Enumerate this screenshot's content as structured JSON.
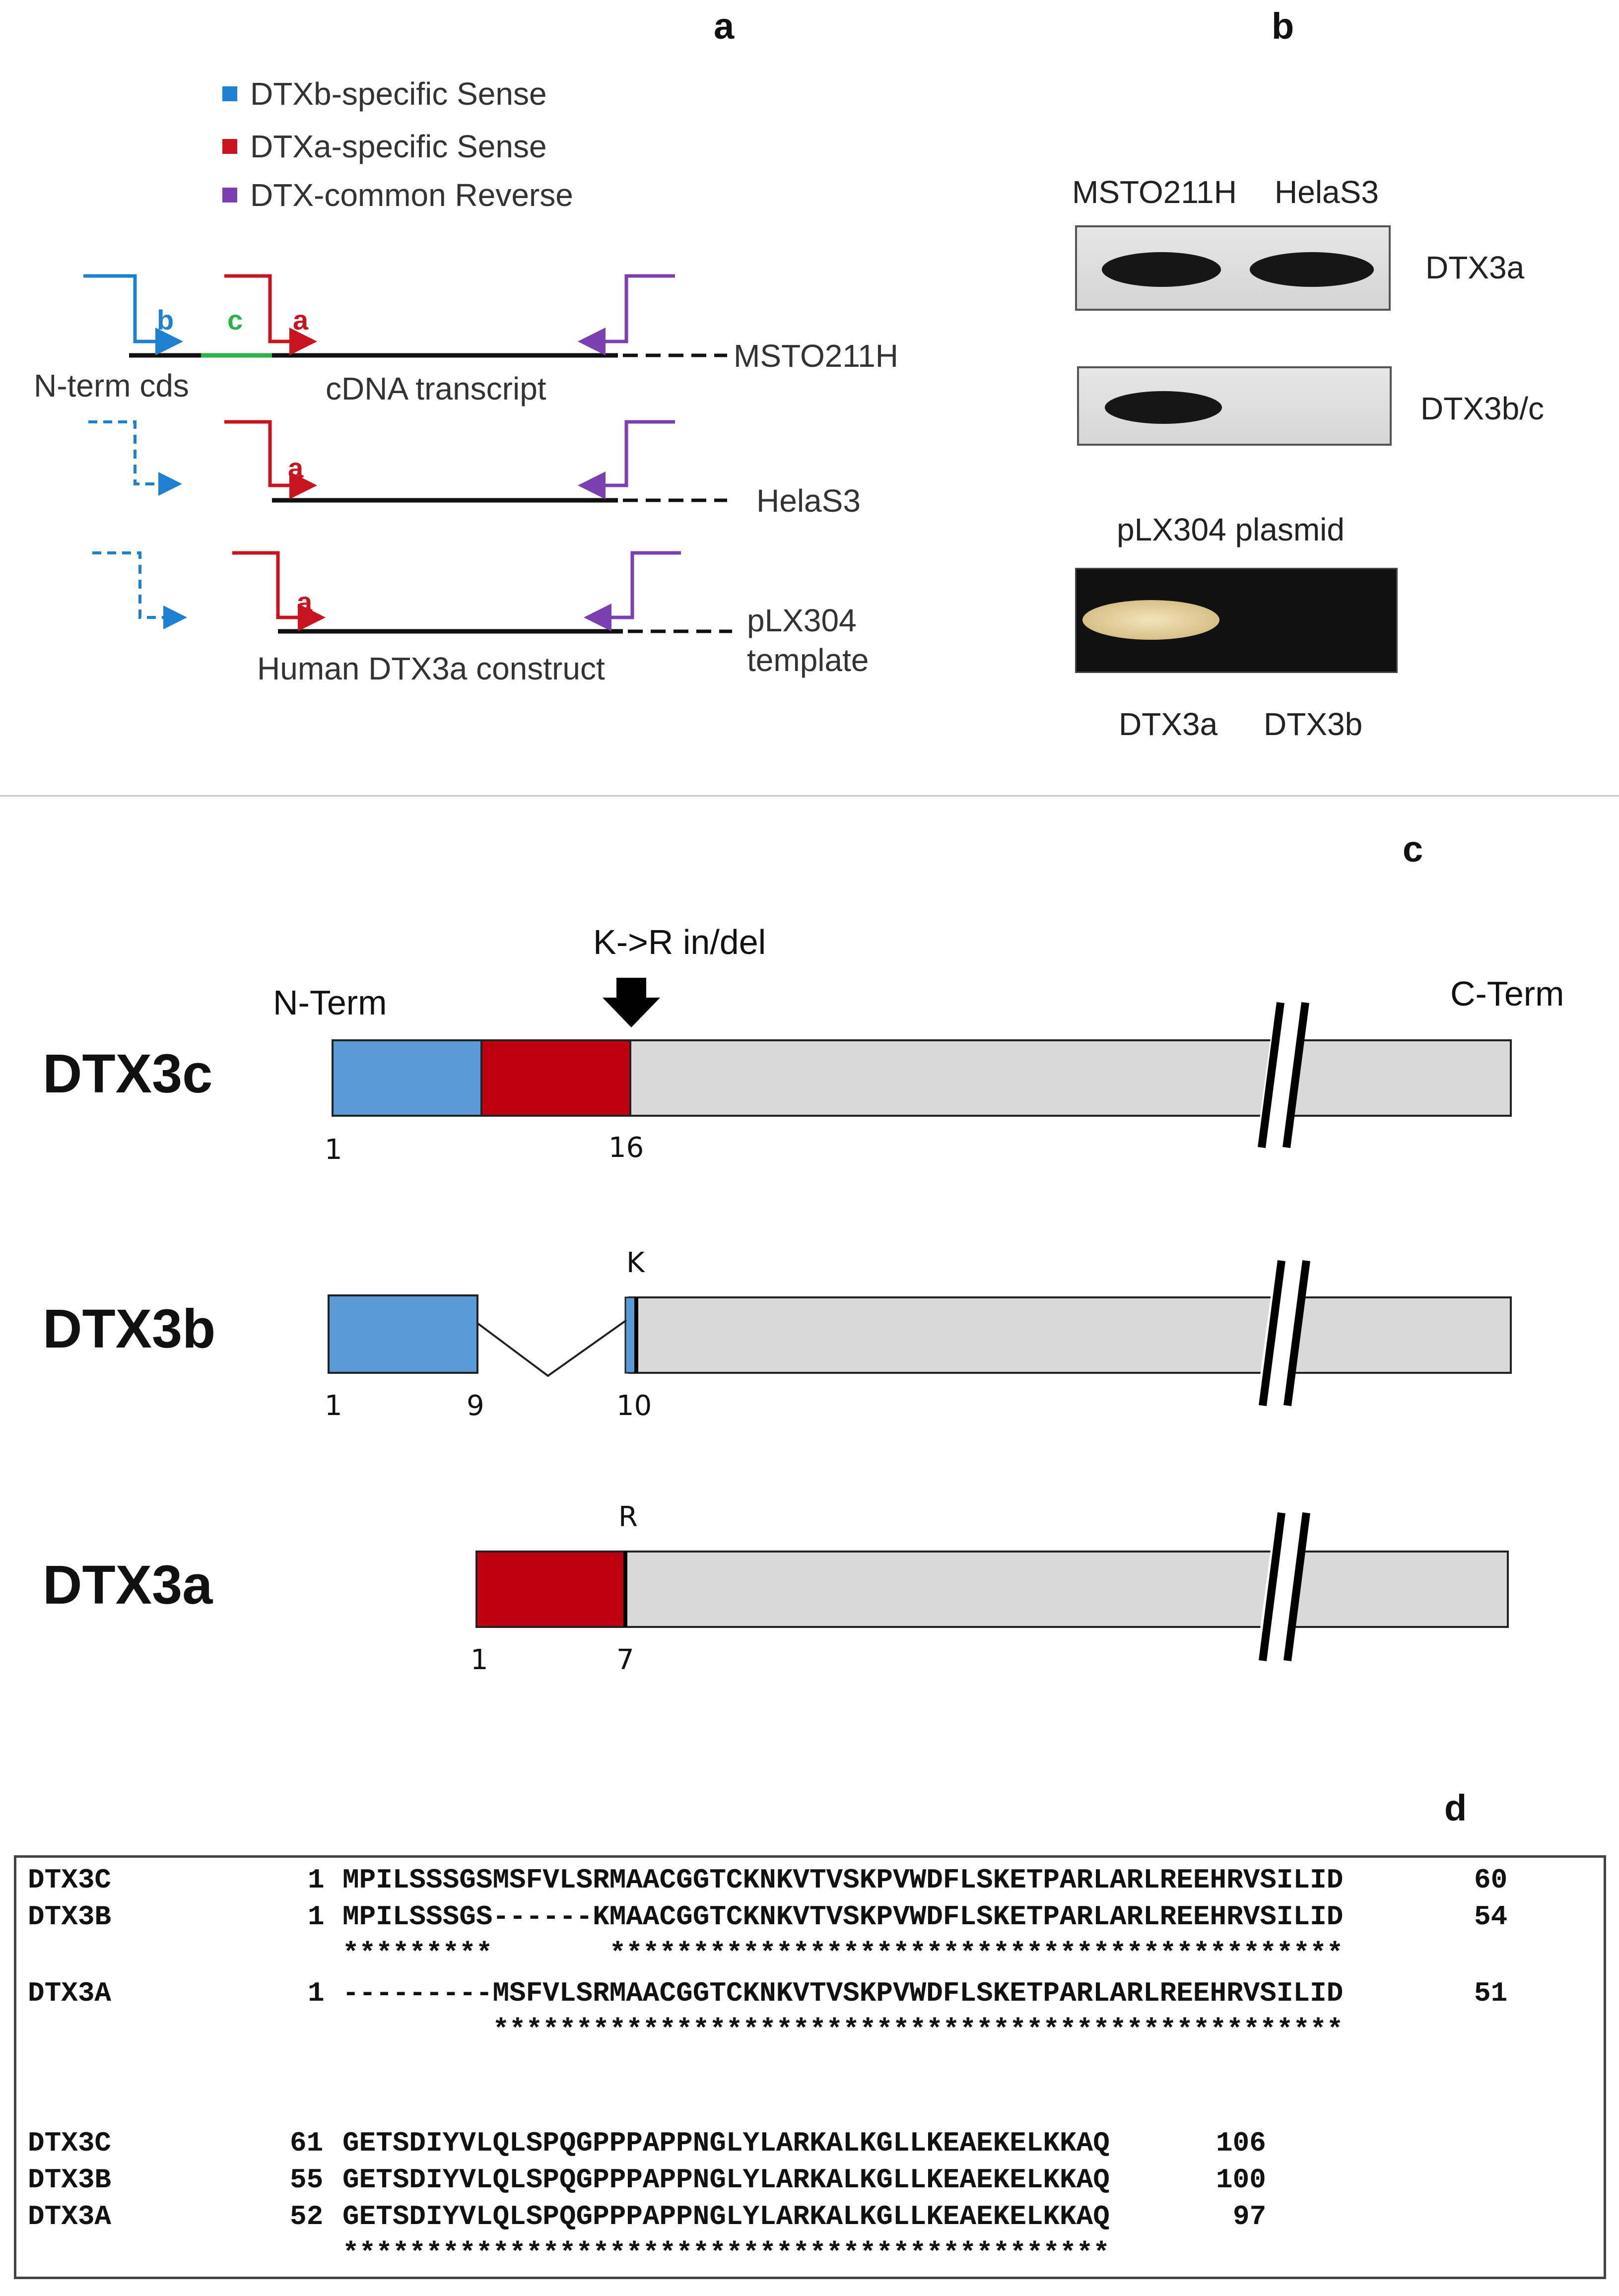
{
  "panels": {
    "a": "a",
    "b": "b",
    "c": "c",
    "d": "d"
  },
  "panel_a": {
    "legend": [
      {
        "label": "DTXb-specific Sense",
        "color": "#1f7fd0"
      },
      {
        "label": "DTXa-specific Sense",
        "color": "#c8141e"
      },
      {
        "label": "DTX-common Reverse",
        "color": "#7a3fb0"
      }
    ],
    "primer_letters": {
      "b": "b",
      "c": "c",
      "a": "a"
    },
    "letter_colors": {
      "b": "#1f7fd0",
      "c": "#2bb24a",
      "a": "#c8141e"
    },
    "rows": [
      {
        "name": "MSTO211H",
        "left_label": "N-term cds",
        "below_label": "cDNA transcript"
      },
      {
        "name": "HelaS3"
      },
      {
        "name": "pLX304\ntemplate",
        "below_label": "Human DTX3a construct"
      }
    ]
  },
  "panel_b": {
    "lanes": [
      "MSTO211H",
      "HelaS3"
    ],
    "blot_labels": [
      "DTX3a",
      "DTX3b/c"
    ],
    "plasmid_title": "pLX304 plasmid",
    "plasmid_lanes": [
      "DTX3a",
      "DTX3b"
    ]
  },
  "panel_c": {
    "n_term": "N-Term",
    "c_term": "C-Term",
    "mutation_label": "K->R in/del",
    "colors": {
      "blue": "#5b9bd5",
      "red": "#c0000f",
      "grey": "#d9d9d9"
    },
    "isoforms": [
      {
        "name": "DTX3c",
        "positions": [
          "1",
          "16"
        ]
      },
      {
        "name": "DTX3b",
        "marker": "K",
        "positions": [
          "1",
          "9",
          "10"
        ]
      },
      {
        "name": "DTX3a",
        "marker": "R",
        "positions": [
          "1",
          "7"
        ]
      }
    ]
  },
  "panel_d": {
    "block1": [
      {
        "id": "DTX3C",
        "start": "1",
        "seq": "MPILSSSGSMSFVLSRMAACGGTCKNKVTVSKPVWDFLSKETPARLARLREEHRVSILID",
        "end": "60"
      },
      {
        "id": "DTX3B",
        "start": "1",
        "seq": "MPILSSSGS------KMAACGGTCKNKVTVSKPVWDFLSKETPARLARLREEHRVSILID",
        "end": "54"
      },
      {
        "stars": "*********       ********************************************"
      },
      {
        "id": "DTX3A",
        "start": "1",
        "seq": "---------MSFVLSRMAACGGTCKNKVTVSKPVWDFLSKETPARLARLREEHRVSILID",
        "end": "51"
      },
      {
        "stars": "         ***************************************************"
      }
    ],
    "block2": [
      {
        "id": "DTX3C",
        "start": "61",
        "seq": "GETSDIYVLQLSPQGPPPAPPNGLYLARKALKGLLKEAEKELKKAQ",
        "end": "106"
      },
      {
        "id": "DTX3B",
        "start": "55",
        "seq": "GETSDIYVLQLSPQGPPPAPPNGLYLARKALKGLLKEAEKELKKAQ",
        "end": "100"
      },
      {
        "id": "DTX3A",
        "start": "52",
        "seq": "GETSDIYVLQLSPQGPPPAPPNGLYLARKALKGLLKEAEKELKKAQ",
        "end": "97"
      },
      {
        "stars": "**********************************************"
      }
    ]
  }
}
